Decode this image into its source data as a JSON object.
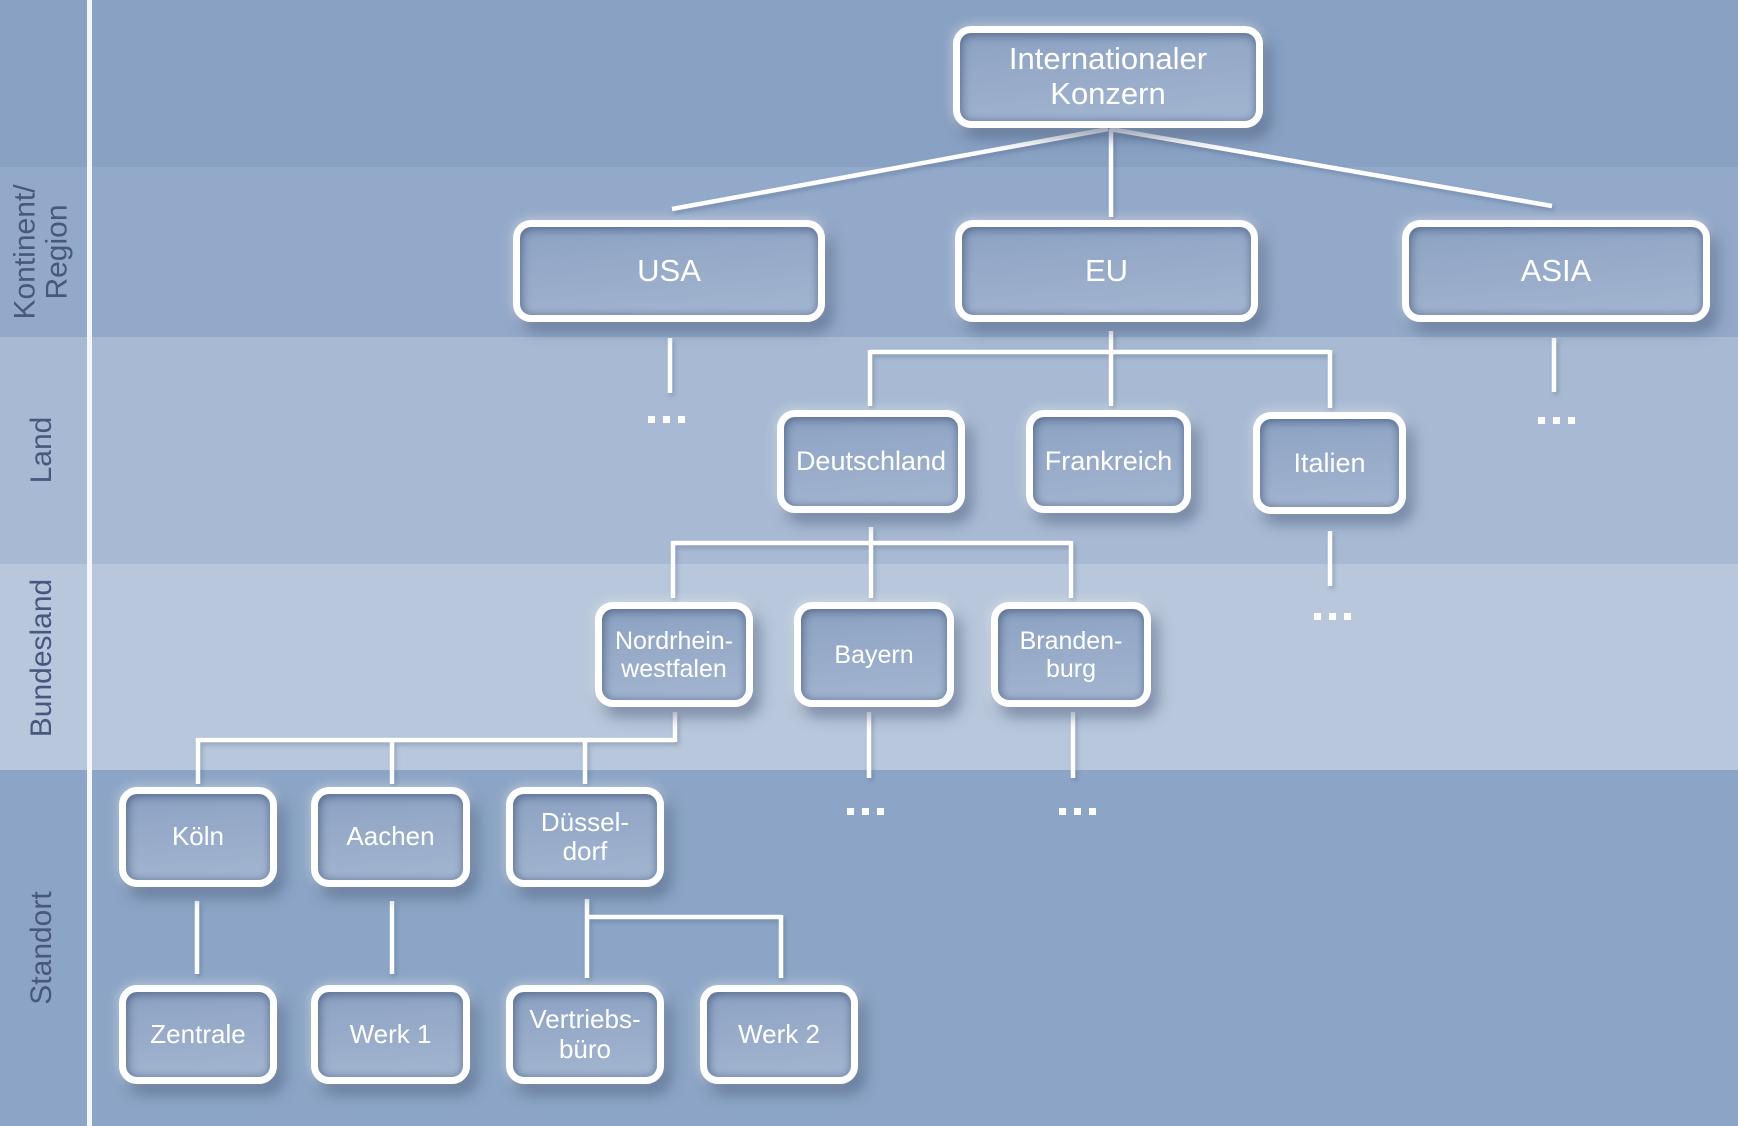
{
  "diagram": {
    "type": "organization-hierarchy",
    "language": "de"
  },
  "row_labels": [
    {
      "label": "Kontinent/\nRegion"
    },
    {
      "label": "Land"
    },
    {
      "label": "Bundesland"
    },
    {
      "label": "Standort"
    }
  ],
  "nodes": {
    "konzern": {
      "label": "Internationaler\nKonzern"
    },
    "usa": {
      "label": "USA"
    },
    "eu": {
      "label": "EU"
    },
    "asia": {
      "label": "ASIA"
    },
    "deutschland": {
      "label": "Deutschland"
    },
    "frankreich": {
      "label": "Frankreich"
    },
    "italien": {
      "label": "Italien"
    },
    "nrw": {
      "label": "Nordrhein-\nwestfalen"
    },
    "bayern": {
      "label": "Bayern"
    },
    "brandenburg": {
      "label": "Branden-\nburg"
    },
    "koeln": {
      "label": "Köln"
    },
    "aachen": {
      "label": "Aachen"
    },
    "duesseldorf": {
      "label": "Düssel-\ndorf"
    },
    "zentrale": {
      "label": "Zentrale"
    },
    "werk1": {
      "label": "Werk 1"
    },
    "vertriebsbuero": {
      "label": "Vertriebs-\nbüro"
    },
    "werk2": {
      "label": "Werk 2"
    }
  },
  "ellipsis": "...",
  "hierarchy": {
    "Internationaler Konzern": [
      "USA",
      "EU",
      "ASIA"
    ],
    "USA": [
      "..."
    ],
    "EU": [
      "Deutschland",
      "Frankreich",
      "Italien"
    ],
    "ASIA": [
      "..."
    ],
    "Deutschland": [
      "Nordrhein-westfalen",
      "Bayern",
      "Brandenburg"
    ],
    "Italien": [
      "..."
    ],
    "Nordrhein-westfalen": [
      "Köln",
      "Aachen",
      "Düsseldorf"
    ],
    "Bayern": [
      "..."
    ],
    "Brandenburg": [
      "..."
    ],
    "Köln": [
      "Zentrale"
    ],
    "Aachen": [
      "Werk 1"
    ],
    "Düsseldorf": [
      "Vertriebsbüro",
      "Werk 2"
    ]
  },
  "colors": {
    "band_top": "#89A1C3",
    "band_kontinent_region": "#93A9C9",
    "band_land": "#A8BAD3",
    "band_bundesland": "#B8C7DB",
    "band_standort": "#8CA5C6",
    "box_border": "#FFFFFF",
    "connector": "#FFFFFF",
    "row_label_text": "#48577E",
    "node_text": "#FFFFFF"
  }
}
